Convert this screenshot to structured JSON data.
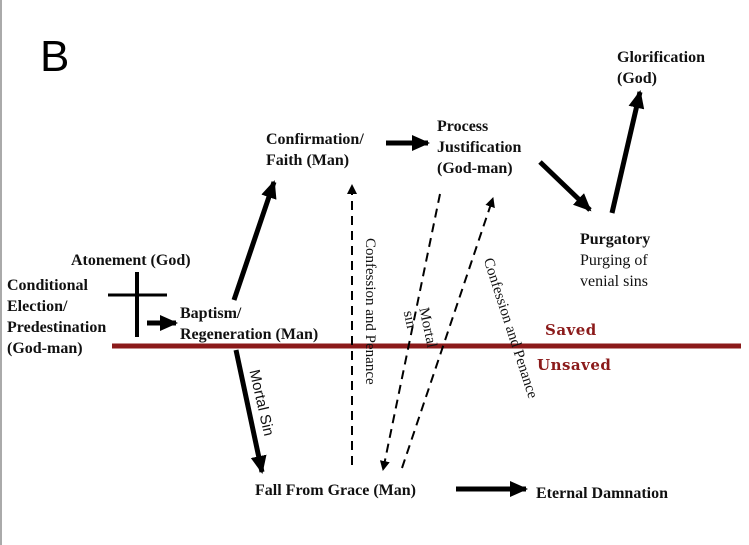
{
  "panel_label": "B",
  "nodes": {
    "glorification": [
      "Glorification",
      "(God)"
    ],
    "confirmation": [
      "Confirmation/",
      "Faith (Man)"
    ],
    "process_justification": [
      "Process",
      "Justification",
      "(God-man)"
    ],
    "atonement": "Atonement (God)",
    "conditional_election": [
      "Conditional",
      "Election/",
      "Predestination",
      "(God-man)"
    ],
    "baptism": [
      "Baptism/",
      "Regeneration (Man)"
    ],
    "purgatory_title": "Purgatory",
    "purgatory_desc": [
      "Purging of",
      "venial sins"
    ],
    "fall_from_grace": "Fall From Grace  (Man)",
    "eternal_damnation": "Eternal Damnation"
  },
  "zones": {
    "saved": "Saved",
    "unsaved": "Unsaved"
  },
  "edge_labels": {
    "mortal_sin_main": "Mortal Sin",
    "confession_1": "Confession and Penance",
    "mortal_sin_2": [
      "Mortal",
      "sin"
    ],
    "confession_2": "Confession and Penance"
  },
  "colors": {
    "divider_line": "#8b1a1a",
    "zone_text": "#8b1a1a",
    "arrows": "#000000"
  }
}
